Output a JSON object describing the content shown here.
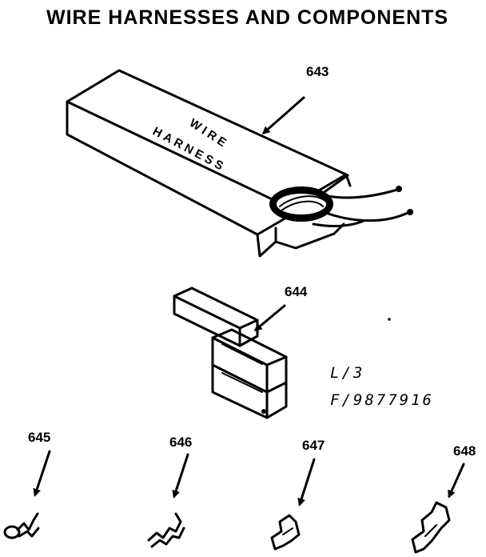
{
  "title": "WIRE HARNESSES AND COMPONENTS",
  "parts": [
    {
      "number": "643",
      "label": "WIRE HARNESS"
    },
    {
      "number": "644"
    },
    {
      "number": "645"
    },
    {
      "number": "646"
    },
    {
      "number": "647"
    },
    {
      "number": "648"
    }
  ],
  "reference": {
    "line1": "L/3",
    "line2": "F/9877916"
  }
}
